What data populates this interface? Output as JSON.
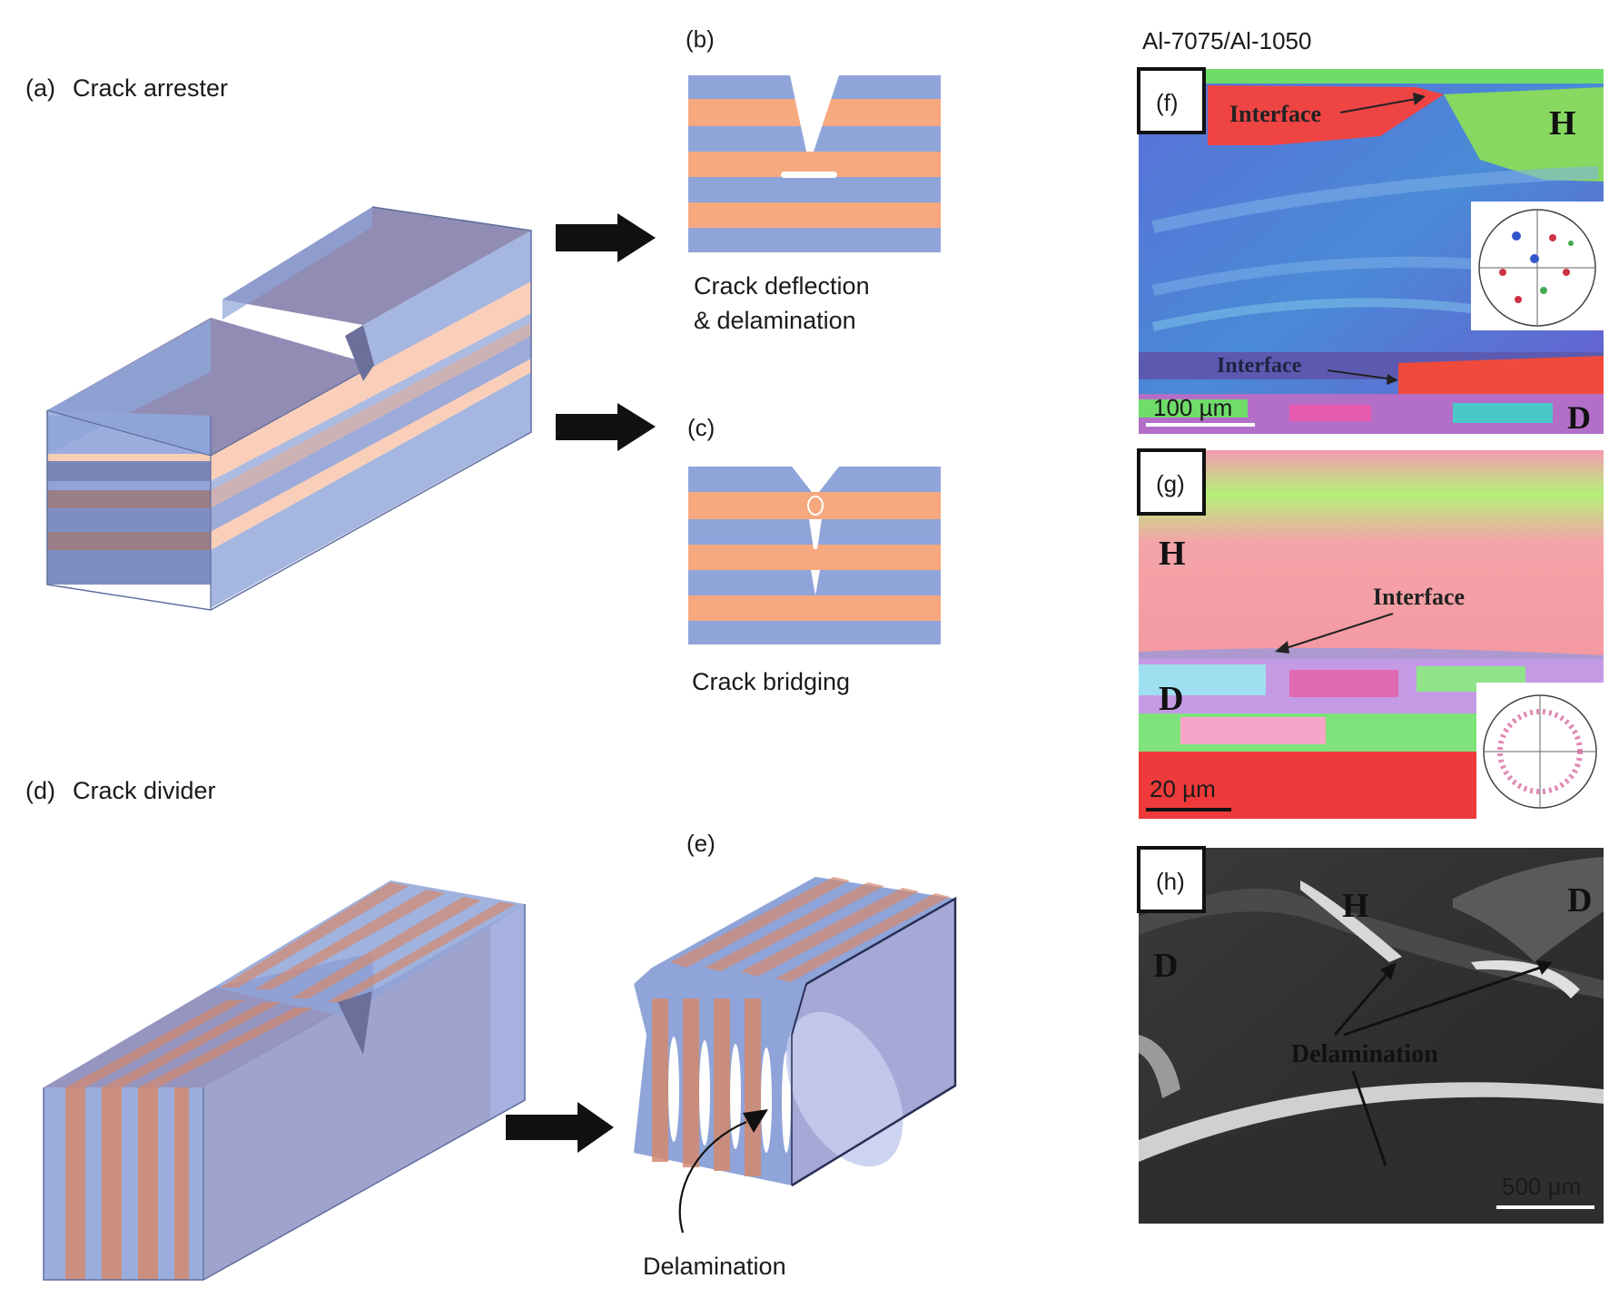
{
  "panels": {
    "a": {
      "letter": "(a)",
      "title": "Crack arrester"
    },
    "b": {
      "letter": "(b)",
      "caption_line1": "Crack deflection",
      "caption_line2": "& delamination"
    },
    "c": {
      "letter": "(c)",
      "caption": "Crack bridging"
    },
    "d": {
      "letter": "(d)",
      "title": "Crack divider"
    },
    "e": {
      "letter": "(e)",
      "annotation": "Delamination"
    },
    "micro_header": "Al-7075/Al-1050",
    "f": {
      "letter": "(f)",
      "interface_top": "Interface",
      "interface_bottom": "Interface",
      "hard": "H",
      "ductile": "D",
      "scale": "100 µm"
    },
    "g": {
      "letter": "(g)",
      "interface": "Interface",
      "hard": "H",
      "ductile": "D",
      "scale": "20 µm"
    },
    "h": {
      "letter": "(h)",
      "hard": "H",
      "ductile_left": "D",
      "ductile_right": "D",
      "delamination": "Delamination",
      "scale": "500 µm"
    }
  },
  "colors": {
    "blue_layer": "#8fa4d8",
    "orange_layer": "#f6a87f",
    "arrow": "#111111"
  }
}
